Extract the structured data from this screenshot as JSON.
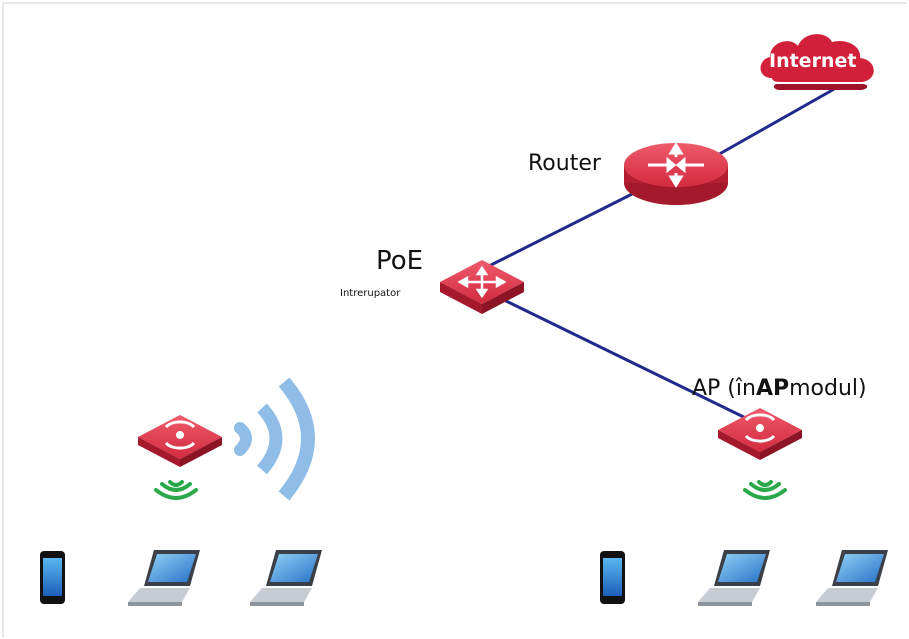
{
  "labels": {
    "internet": "Internet",
    "router": "Router",
    "poe": "PoE",
    "switch": "Intrerupator",
    "ap_prefix": "AP (în",
    "ap_bold": "AP",
    "ap_suffix": "modul)"
  },
  "colors": {
    "device_red": "#d6263c",
    "link_blue": "#1f2a8c",
    "wifi_green": "#2aa84a",
    "wave_blue": "#8fbde8",
    "cloud_red": "#d3203a"
  },
  "icons": {
    "internet": "cloud-icon",
    "router": "router-icon",
    "switch": "switch-icon",
    "access_point": "access-point-icon",
    "wireless": "wifi-signal-icon",
    "phone": "smartphone-icon",
    "laptop": "laptop-icon"
  }
}
